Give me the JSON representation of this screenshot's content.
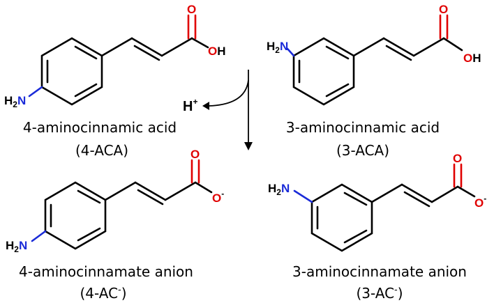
{
  "molecules": [
    {
      "name": "4-aminocinnamic acid",
      "abbr_prefix": "(4-ACA)",
      "abbr_main": "",
      "abbr_sup": "",
      "abbr_suffix": "",
      "amine": "NH2",
      "carboxyl_oxygen": "O",
      "carboxyl_end": "OH"
    },
    {
      "name": "3-aminocinnamic acid",
      "abbr_prefix": "(3-ACA)",
      "abbr_main": "",
      "abbr_sup": "",
      "abbr_suffix": "",
      "amine": "NH2",
      "carboxyl_oxygen": "O",
      "carboxyl_end": "OH"
    },
    {
      "name": "4-aminocinnamate anion",
      "abbr_prefix": "(4-AC",
      "abbr_sup": "-",
      "abbr_suffix": ")",
      "amine": "NH2",
      "carboxyl_oxygen": "O",
      "carboxyl_end": "O-"
    },
    {
      "name": "3-aminocinnamate anion",
      "abbr_prefix": "(3-AC",
      "abbr_sup": "-",
      "abbr_suffix": ")",
      "amine": "NH2",
      "carboxyl_oxygen": "O",
      "carboxyl_end": "O-"
    }
  ],
  "reaction": {
    "released_species": "H",
    "released_charge": "+"
  },
  "colors": {
    "oxygen": "#e00000",
    "nitrogen": "#1a2bd8",
    "bonds": "#000000"
  }
}
